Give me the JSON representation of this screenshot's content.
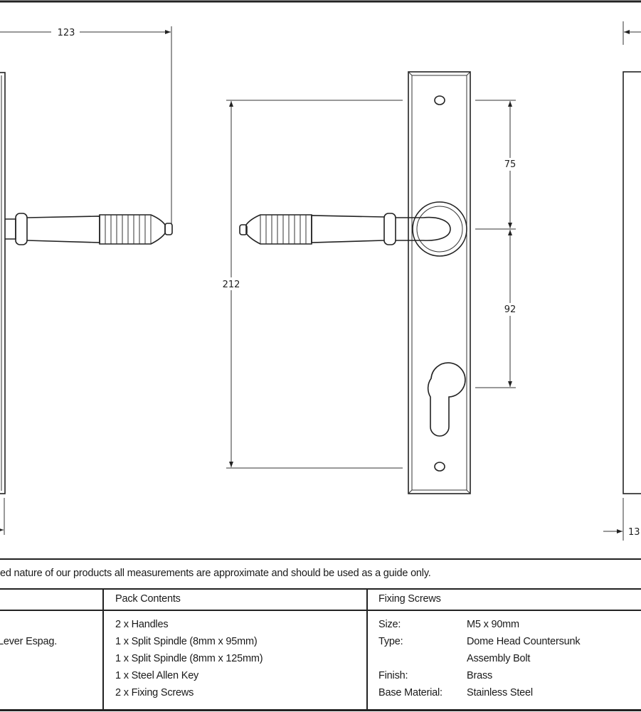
{
  "dimensions": {
    "projection": "123",
    "total_height": "212",
    "upper_centre": "75",
    "lower_centre": "92",
    "depth": "13"
  },
  "disclaimer": "ed nature of our products all measurements are approximate and should be used as a guide only.",
  "table": {
    "col1_value": "Lever Espag.",
    "pack_contents": {
      "header": "Pack Contents",
      "items": [
        "2 x Handles",
        "1 x Split Spindle (8mm x 95mm)",
        "1 x Split Spindle (8mm x 125mm)",
        "1 x Steel Allen Key",
        "2 x Fixing Screws"
      ]
    },
    "fixing_screws": {
      "header": "Fixing Screws",
      "rows": [
        {
          "label": "Size:",
          "value": "M5 x 90mm"
        },
        {
          "label": "Type:",
          "value": "Dome Head Countersunk"
        },
        {
          "label": "",
          "value": "Assembly Bolt"
        },
        {
          "label": "Finish:",
          "value": "Brass"
        },
        {
          "label": "Base Material:",
          "value": "Stainless Steel"
        }
      ]
    }
  }
}
